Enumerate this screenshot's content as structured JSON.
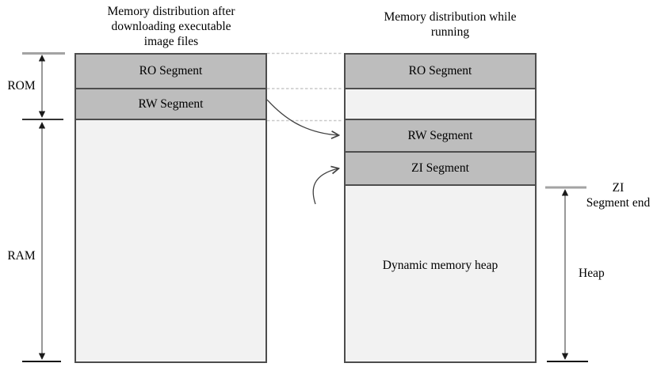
{
  "columns": {
    "left": {
      "title": "Memory distribution after\ndownloading executable\nimage files",
      "segments": {
        "ro": "RO Segment",
        "rw": "RW Segment"
      }
    },
    "right": {
      "title": "Memory distribution while\nrunning",
      "segments": {
        "ro": "RO Segment",
        "rw": "RW Segment",
        "zi": "ZI Segment",
        "heap": "Dynamic memory heap"
      }
    }
  },
  "measurements": {
    "rom": "ROM",
    "ram": "RAM",
    "zi_end": "ZI\nSegment end",
    "heap": "Heap"
  },
  "colors": {
    "segment_fill": "#bdbdbd",
    "empty_fill": "#f2f2f2",
    "border": "#4d4d4d",
    "dashed_line": "#c9c9c9",
    "gray_tick": "#a3a3a3",
    "arrow": "#404040"
  }
}
